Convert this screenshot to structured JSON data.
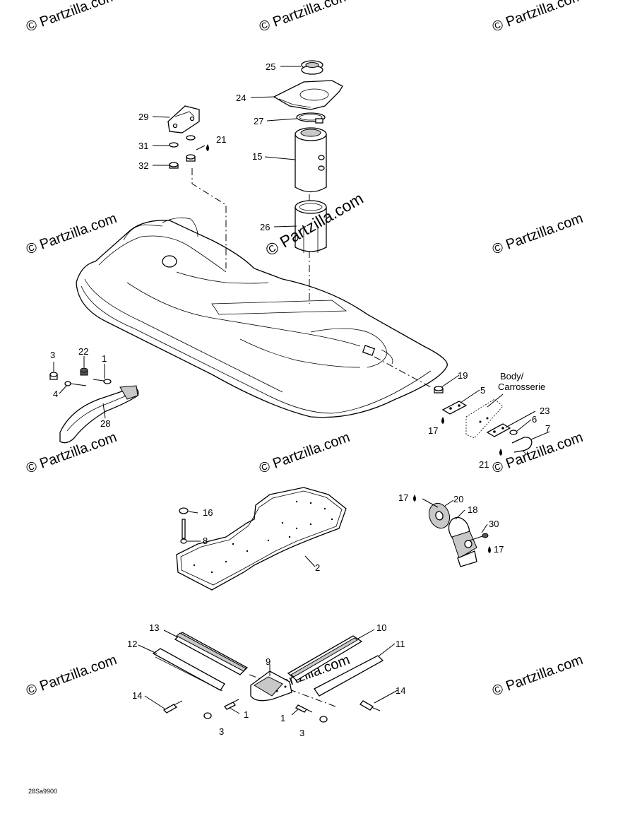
{
  "watermark": {
    "text": "© Partzilla.com",
    "center_text": "© Partzilla.com"
  },
  "callout": {
    "line1": "Body/",
    "line2": "Carrosserie"
  },
  "reference_code": "28Sa9900",
  "labels": {
    "l25": "25",
    "l24": "24",
    "l27": "27",
    "l15": "15",
    "l26": "26",
    "l29": "29",
    "l31": "31",
    "l32": "32",
    "l21a": "21",
    "l3a": "3",
    "l22": "22",
    "l1a": "1",
    "l4": "4",
    "l28": "28",
    "l19": "19",
    "l5": "5",
    "l17a": "17",
    "l23": "23",
    "l6": "6",
    "l7": "7",
    "l21b": "21",
    "l16": "16",
    "l8": "8",
    "l2": "2",
    "l17b": "17",
    "l20": "20",
    "l18": "18",
    "l30": "30",
    "l17c": "17",
    "l13": "13",
    "l12": "12",
    "l9": "9",
    "l10": "10",
    "l11": "11",
    "l14a": "14",
    "l1b": "1",
    "l3b": "3",
    "l1c": "1",
    "l3c": "3",
    "l14b": "14"
  },
  "icons": [
    "drop-icon"
  ]
}
